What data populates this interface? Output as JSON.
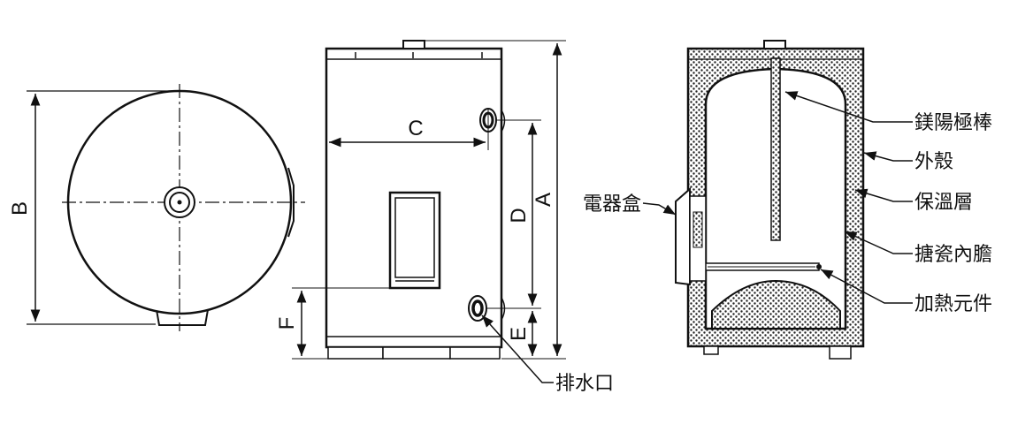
{
  "dimensions": {
    "a": "A",
    "b": "B",
    "c": "C",
    "d": "D",
    "e": "E",
    "f": "F"
  },
  "callouts": {
    "anode_rod": "鎂陽極棒",
    "outer_shell": "外殼",
    "insulation": "保溫層",
    "inner_tank": "搪瓷內膽",
    "heating_element": "加熱元件",
    "control_box": "電器盒",
    "drain_outlet": "排水口"
  },
  "colors": {
    "line": "#111111",
    "insulation_fill": "#3a3a3a",
    "background": "#ffffff"
  }
}
